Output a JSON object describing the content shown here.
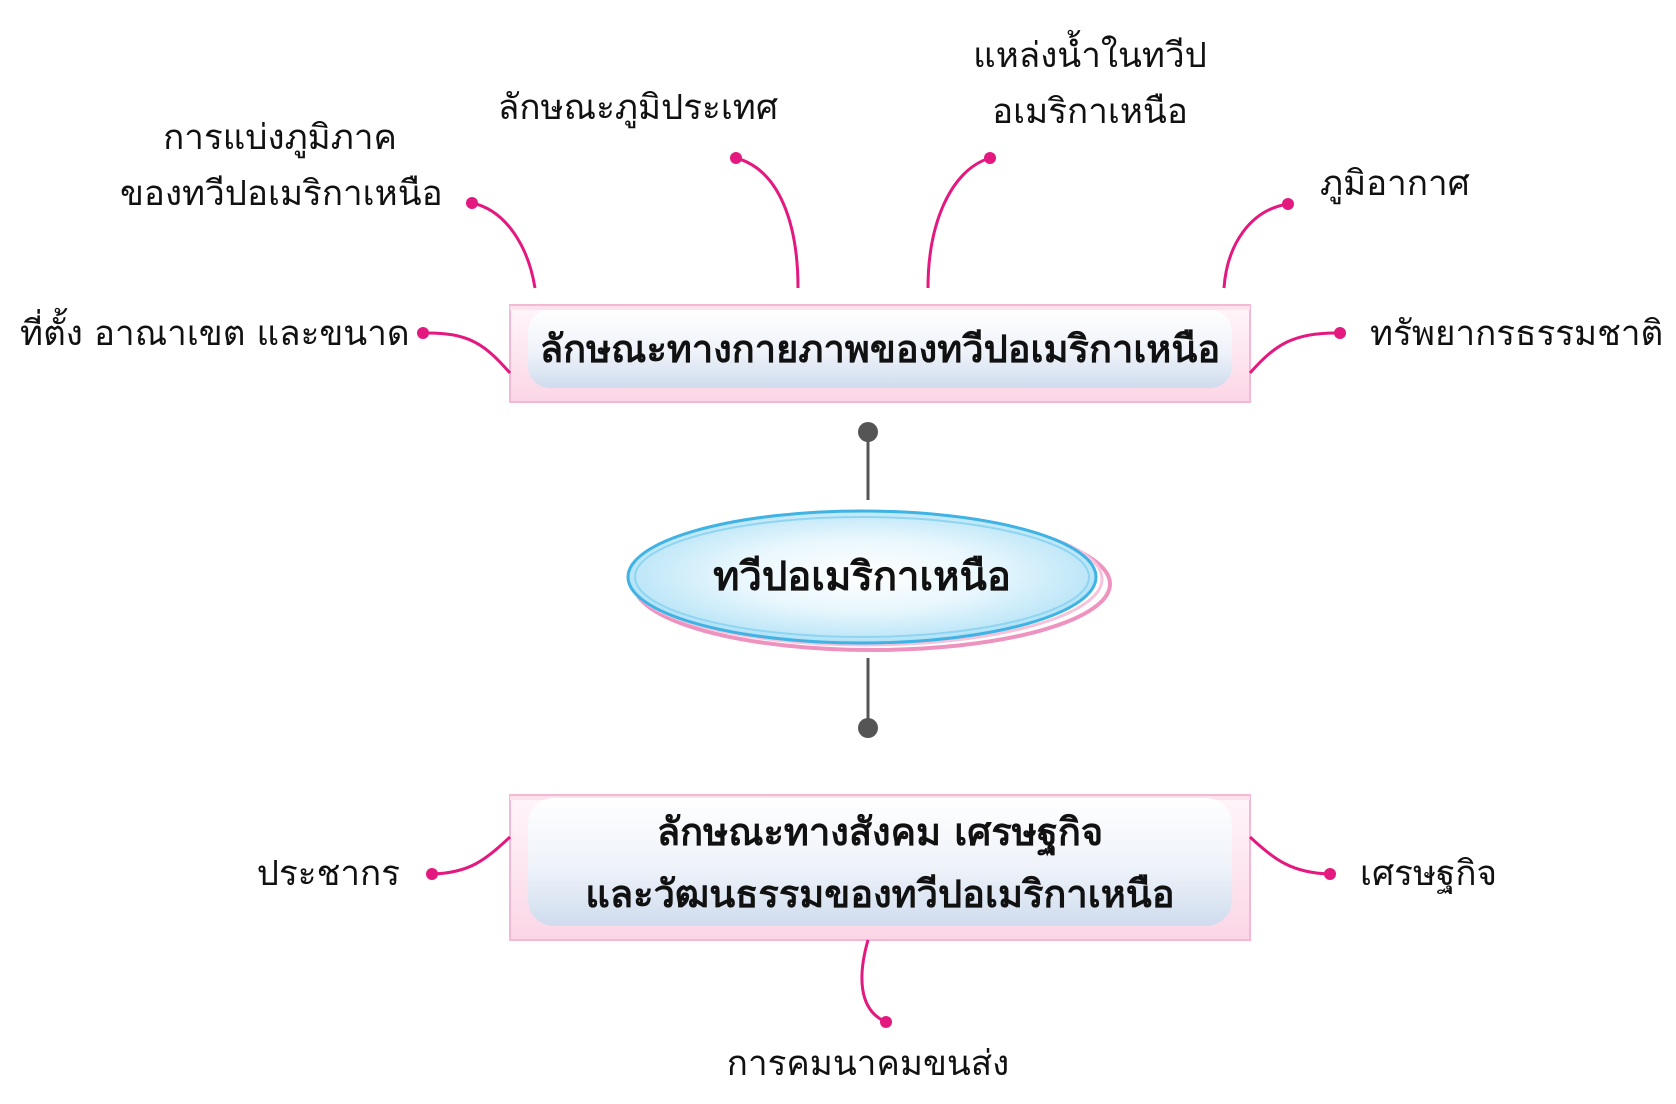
{
  "center": {
    "label": "ทวีปอเมริกาเหนือ"
  },
  "topics": {
    "physical": {
      "label": "ลักษณะทางกายภาพของทวีปอเมริกาเหนือ",
      "branches": {
        "location": "ที่ตั้ง อาณาเขต และขนาด",
        "regions": [
          "การแบ่งภูมิภาค",
          "ของทวีปอเมริกาเหนือ"
        ],
        "landform": "ลักษณะภูมิประเทศ",
        "water": [
          "แหล่งน้ำในทวีป",
          "อเมริกาเหนือ"
        ],
        "climate": "ภูมิอากาศ",
        "resources": "ทรัพยากรธรรมชาติ"
      }
    },
    "social": {
      "label_lines": [
        "ลักษณะทางสังคม เศรษฐกิจ",
        "และวัฒนธรรมของทวีปอเมริกาเหนือ"
      ],
      "branches": {
        "population": "ประชากร",
        "economy": "เศรษฐกิจ",
        "transport": "การคมนาคมขนส่ง"
      }
    }
  },
  "colors": {
    "branch_line": "#e4197f",
    "connector": "#555555",
    "box_border": "#f5b8d4",
    "box_fill": "#dfe8f4",
    "ellipse_blue": "#3fb3e4",
    "ellipse_pink": "#ee93bf"
  }
}
